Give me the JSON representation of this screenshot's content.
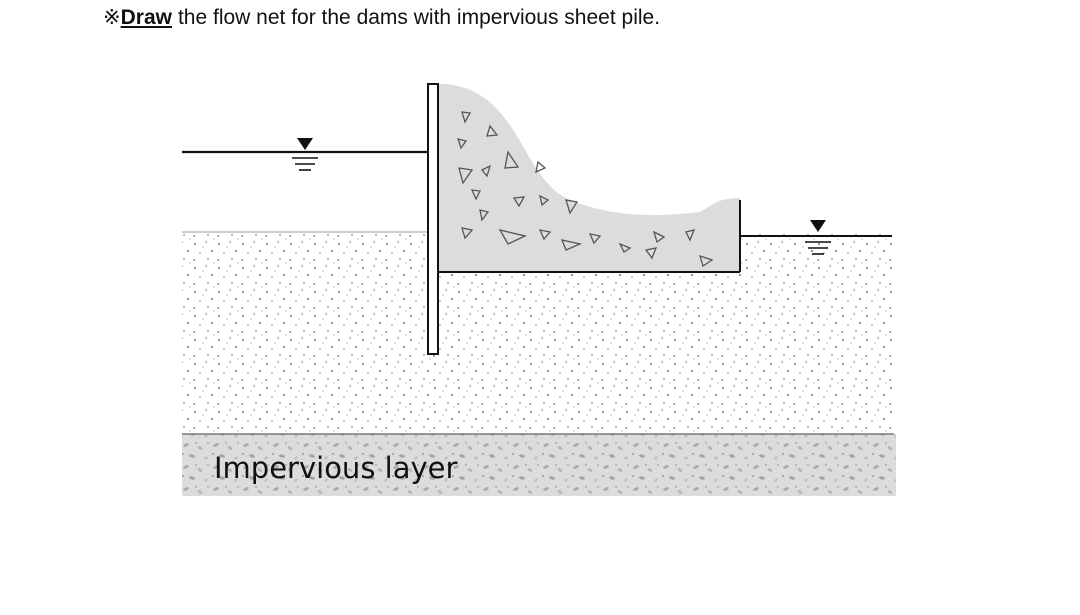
{
  "header": {
    "mark": "※",
    "verb": "Draw",
    "text": "the flow net for the dams with impervious sheet pile."
  },
  "diagram": {
    "labels": {
      "impervious_layer": "Impervious layer"
    },
    "components": [
      "upstream-water-surface",
      "downstream-water-surface",
      "sheet-pile",
      "concrete-dam",
      "permeable-soil",
      "impervious-layer"
    ]
  }
}
